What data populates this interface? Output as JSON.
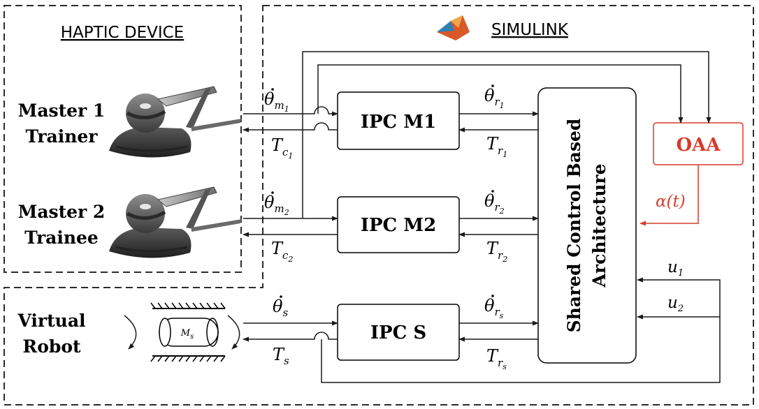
{
  "colors": {
    "accent": "#d83a2b",
    "line": "#1a1a1a"
  },
  "regions": {
    "haptic_title": "HAPTIC DEVICE",
    "simulink_title": "SIMULINK"
  },
  "devices": {
    "master1": {
      "line1": "Master 1",
      "line2": "Trainer"
    },
    "master2": {
      "line1": "Master 2",
      "line2": "Trainee"
    },
    "robot": {
      "line1": "Virtual",
      "line2": "Robot"
    },
    "mass_label": "Ms"
  },
  "blocks": {
    "ipc_m1": "IPC M1",
    "ipc_m2": "IPC M2",
    "ipc_s": "IPC S",
    "oaa": "OAA",
    "shared_line1": "Shared Control Based",
    "shared_line2": "Architecture"
  },
  "signals": {
    "theta": "θ",
    "T": "T",
    "alpha": "α(t)",
    "m1": "m",
    "m2": "m",
    "s": "s",
    "r1": "r",
    "r2": "r",
    "rs": "r",
    "c1": "c",
    "c2": "c",
    "one": "1",
    "two": "2",
    "u1": "u",
    "u2": "u"
  },
  "icons": [
    "matlab-logo-icon",
    "haptic-device-icon",
    "rotation-arrow-icon"
  ]
}
